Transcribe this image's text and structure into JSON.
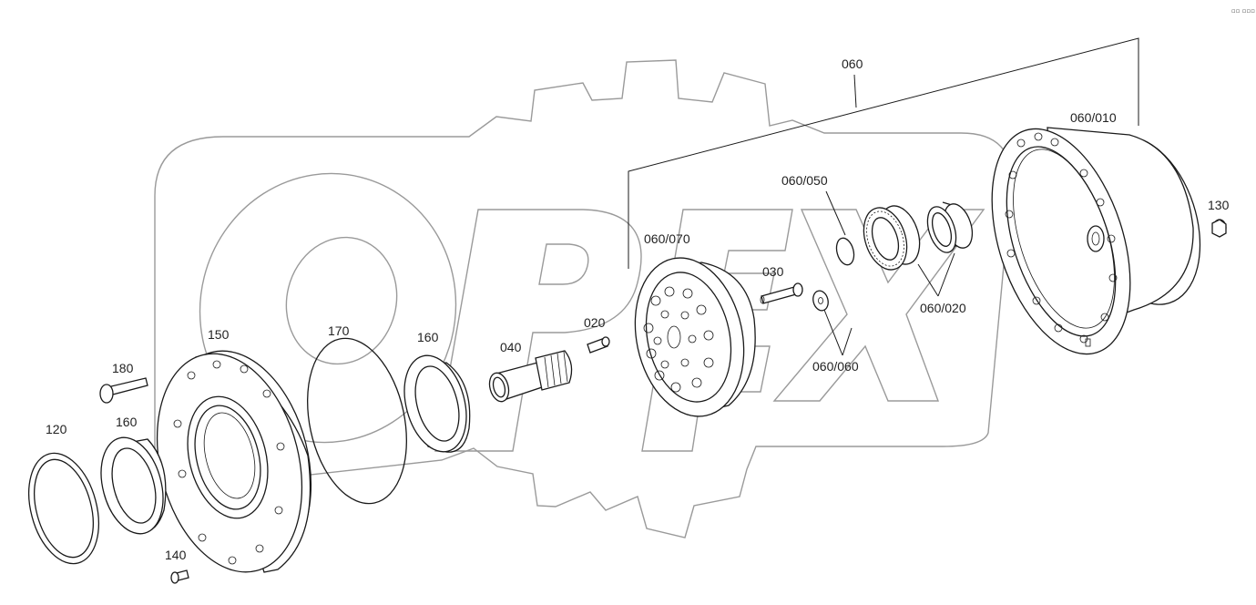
{
  "corner_mark": "▫▫ ▫▫▫",
  "watermark": {
    "text": "OPEX"
  },
  "callouts": [
    {
      "id": "c060",
      "text": "060"
    },
    {
      "id": "c060010",
      "text": "060/010"
    },
    {
      "id": "c060050",
      "text": "060/050"
    },
    {
      "id": "c060070",
      "text": "060/070"
    },
    {
      "id": "c130",
      "text": "130"
    },
    {
      "id": "c030",
      "text": "030"
    },
    {
      "id": "c060020",
      "text": "060/020"
    },
    {
      "id": "c020",
      "text": "020"
    },
    {
      "id": "c170",
      "text": "170"
    },
    {
      "id": "c150",
      "text": "150"
    },
    {
      "id": "c160a",
      "text": "160"
    },
    {
      "id": "c040",
      "text": "040"
    },
    {
      "id": "c060060",
      "text": "060/060"
    },
    {
      "id": "c180",
      "text": "180"
    },
    {
      "id": "c160b",
      "text": "160"
    },
    {
      "id": "c120",
      "text": "120"
    },
    {
      "id": "c140",
      "text": "140"
    }
  ]
}
